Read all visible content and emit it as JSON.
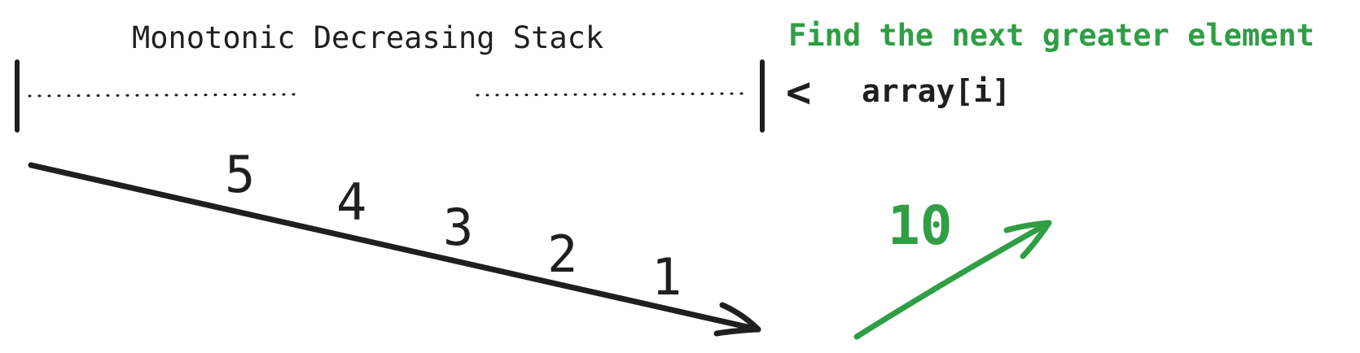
{
  "title": "Monotonic Decreasing Stack",
  "subtitle": "Find the next greater element",
  "comparison": {
    "operator": "<",
    "expression": "array[i]"
  },
  "stack": {
    "values": [
      "5",
      "4",
      "3",
      "2",
      "1"
    ],
    "direction": "decreasing"
  },
  "next_greater": {
    "value": "10",
    "direction": "increasing"
  },
  "colors": {
    "ink": "#1f1f1f",
    "accent": "#2f9e44",
    "background": "#ffffff"
  }
}
